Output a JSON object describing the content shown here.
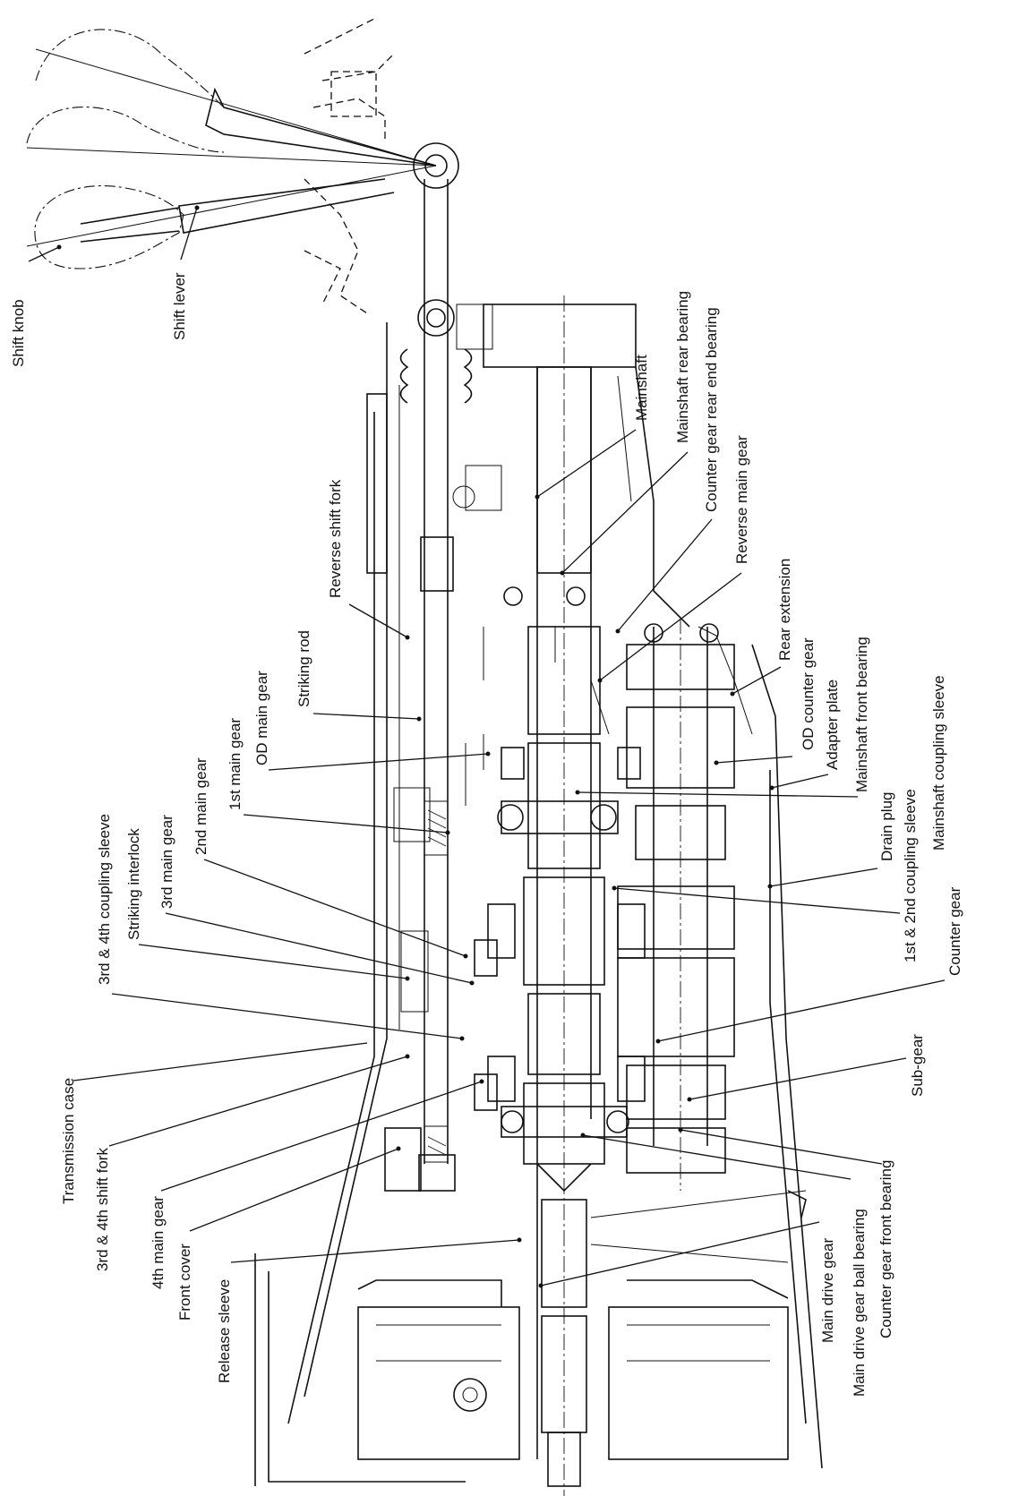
{
  "labels": {
    "shift_knob": "Shift knob",
    "shift_lever": "Shift lever",
    "mainshaft": "Mainshaft",
    "mainshaft_rear_bearing": "Mainshaft rear bearing",
    "counter_gear_rear_end_bearing": "Counter gear rear end bearing",
    "reverse_main_gear": "Reverse main gear",
    "reverse_shift_fork": "Reverse shift fork",
    "rear_extension": "Rear extension",
    "striking_rod": "Striking rod",
    "od_main_gear": "OD main gear",
    "od_counter_gear": "OD counter gear",
    "mainshaft_front_bearing": "Mainshaft front bearing",
    "adapter_plate": "Adapter plate",
    "first_main_gear": "1st main gear",
    "mainshaft_coupling_sleeve": "Mainshaft coupling sleeve",
    "second_main_gear": "2nd main gear",
    "drain_plug": "Drain plug",
    "third_main_gear": "3rd main gear",
    "first_second_coupling_sleeve": "1st & 2nd coupling sleeve",
    "striking_interlock": "Striking interlock",
    "counter_gear": "Counter gear",
    "third_fourth_coupling_sleeve": "3rd & 4th coupling sleeve",
    "sub_gear": "Sub-gear",
    "transmission_case": "Transmission case",
    "third_fourth_shift_fork": "3rd & 4th shift fork",
    "counter_gear_front_bearing": "Counter gear front bearing",
    "fourth_main_gear": "4th main gear",
    "main_drive_gear_ball_bearing": "Main drive gear ball bearing",
    "front_cover": "Front cover",
    "main_drive_gear": "Main drive gear",
    "release_sleeve": "Release sleeve"
  }
}
